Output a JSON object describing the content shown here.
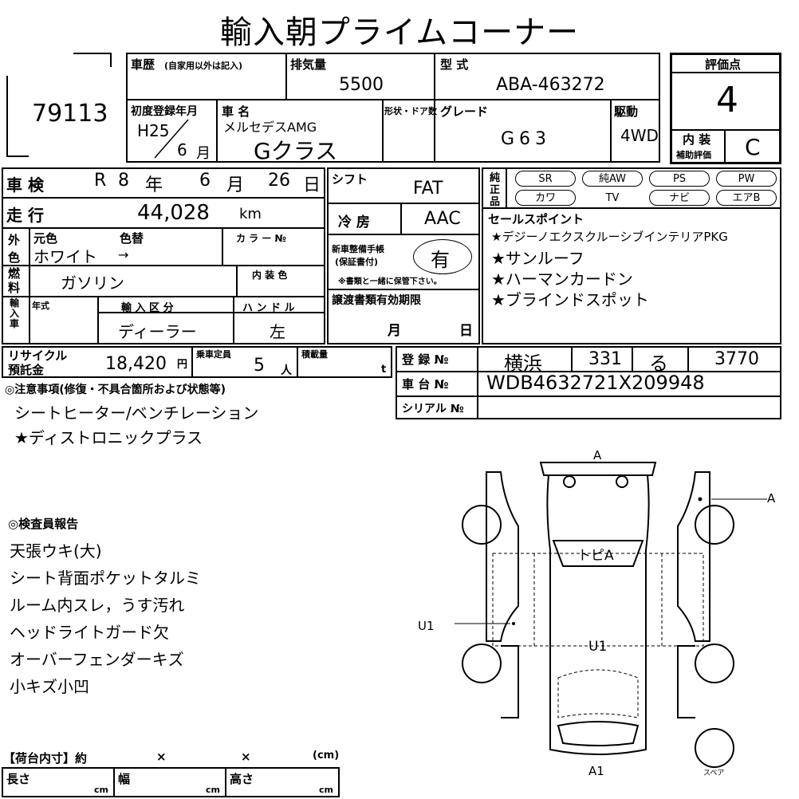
{
  "title": "輸入朝プライムコーナー",
  "lot_number": "79113",
  "history": {
    "label": "車歴",
    "sub": "(自家用以外は記入)"
  },
  "displacement": {
    "label": "排気量",
    "value": "5500"
  },
  "model_type": {
    "label": "型 式",
    "value": "ABA-463272"
  },
  "rating": {
    "label": "評価点",
    "value": "4",
    "interior_label_1": "内 装",
    "interior_label_2": "補助評価",
    "interior_value": "C"
  },
  "first_registration": {
    "label": "初度登録年月",
    "year": "H25",
    "month_num": "6",
    "month_unit": "月"
  },
  "car_name": {
    "label": "車 名",
    "maker": "メルセデスAMG",
    "model": "Gクラス"
  },
  "body_doors": {
    "label": "形状・ドア数"
  },
  "grade": {
    "label": "グレード",
    "value": "G63"
  },
  "drive": {
    "label": "駆動",
    "value": "4WD"
  },
  "inspection": {
    "label": "車 検",
    "era": "R",
    "year": "8",
    "year_unit": "年",
    "month": "6",
    "month_unit": "月",
    "day": "26",
    "day_unit": "日"
  },
  "mileage": {
    "label": "走 行",
    "value": "44,028",
    "unit": "km"
  },
  "exterior": {
    "label": "外色",
    "orig_label": "元色",
    "repaint_label": "色替",
    "value": "ホワイト",
    "arrow": "→",
    "color_no_label": "カ ラ ー №"
  },
  "fuel": {
    "label": "燃料",
    "value": "ガソリン",
    "interior_color_label": "内 装 色"
  },
  "import": {
    "label": "輸入車",
    "year_label": "年式",
    "class_label": "輸 入 区 分",
    "class_value": "ディーラー",
    "handle_label": "ハ ン ド ル",
    "handle_value": "左"
  },
  "shift": {
    "label": "シフト",
    "value": "FAT"
  },
  "ac": {
    "label": "冷 房",
    "value": "AAC"
  },
  "maintenance": {
    "label_1": "新車整備手帳",
    "label_2": "(保証書付)",
    "value": "有",
    "note": "※書類と一緒に保管下さい。"
  },
  "transfer_docs": {
    "label": "譲渡書類有効期限",
    "month_unit": "月",
    "day_unit": "日"
  },
  "equipment": {
    "label_1": "純",
    "label_2": "正",
    "label_3": "品",
    "row1": [
      "SR",
      "純AW",
      "PS",
      "PW"
    ],
    "row2": [
      "カワ",
      "TV",
      "ナビ",
      "エアB"
    ]
  },
  "sales_points": {
    "label": "セールスポイント",
    "items": [
      "★デジーノエクスクルーシブインテリアPKG",
      "★サンルーフ",
      "★ハーマンカードン",
      "★ブラインドスポット"
    ]
  },
  "recycle": {
    "label_1": "リサイクル",
    "label_2": "預託金",
    "value": "18,420",
    "unit": "円"
  },
  "capacity": {
    "label": "乗車定員",
    "value": "5",
    "unit": "人"
  },
  "load": {
    "label": "積載量",
    "unit": "t"
  },
  "registration": {
    "label": "登 録 №",
    "place": "横浜",
    "class": "331",
    "kana": "る",
    "number": "3770"
  },
  "chassis": {
    "label": "車 台 №",
    "value": "WDB4632721X209948"
  },
  "serial": {
    "label": "シリアル №"
  },
  "notes": {
    "label": "◎注意事項(修復・不具合箇所および状態等)",
    "items": [
      "シートヒーター/ベンチレーション",
      "★ディストロニックプラス"
    ]
  },
  "inspector_report": {
    "label": "◎検査員報告",
    "items": [
      "天張ウキ(大)",
      "シート背面ポケットタルミ",
      "ルーム内スレ，うす汚れ",
      "ヘッドライトガード欠",
      "オーバーフェンダーキズ",
      "小キズ小凹"
    ]
  },
  "cargo": {
    "label": "【荷台内寸】約",
    "x1": "×",
    "x2": "×",
    "cm": "(cm)",
    "length": "長さ",
    "width": "幅",
    "height": "高さ",
    "unit": "cm"
  },
  "diagram": {
    "top_mark": "A",
    "right_mark": "A",
    "left_mark": "U1",
    "center_mark": "U1",
    "roof_mark": "トピA",
    "bottom_mark": "A1",
    "spare_label": "スペア"
  }
}
